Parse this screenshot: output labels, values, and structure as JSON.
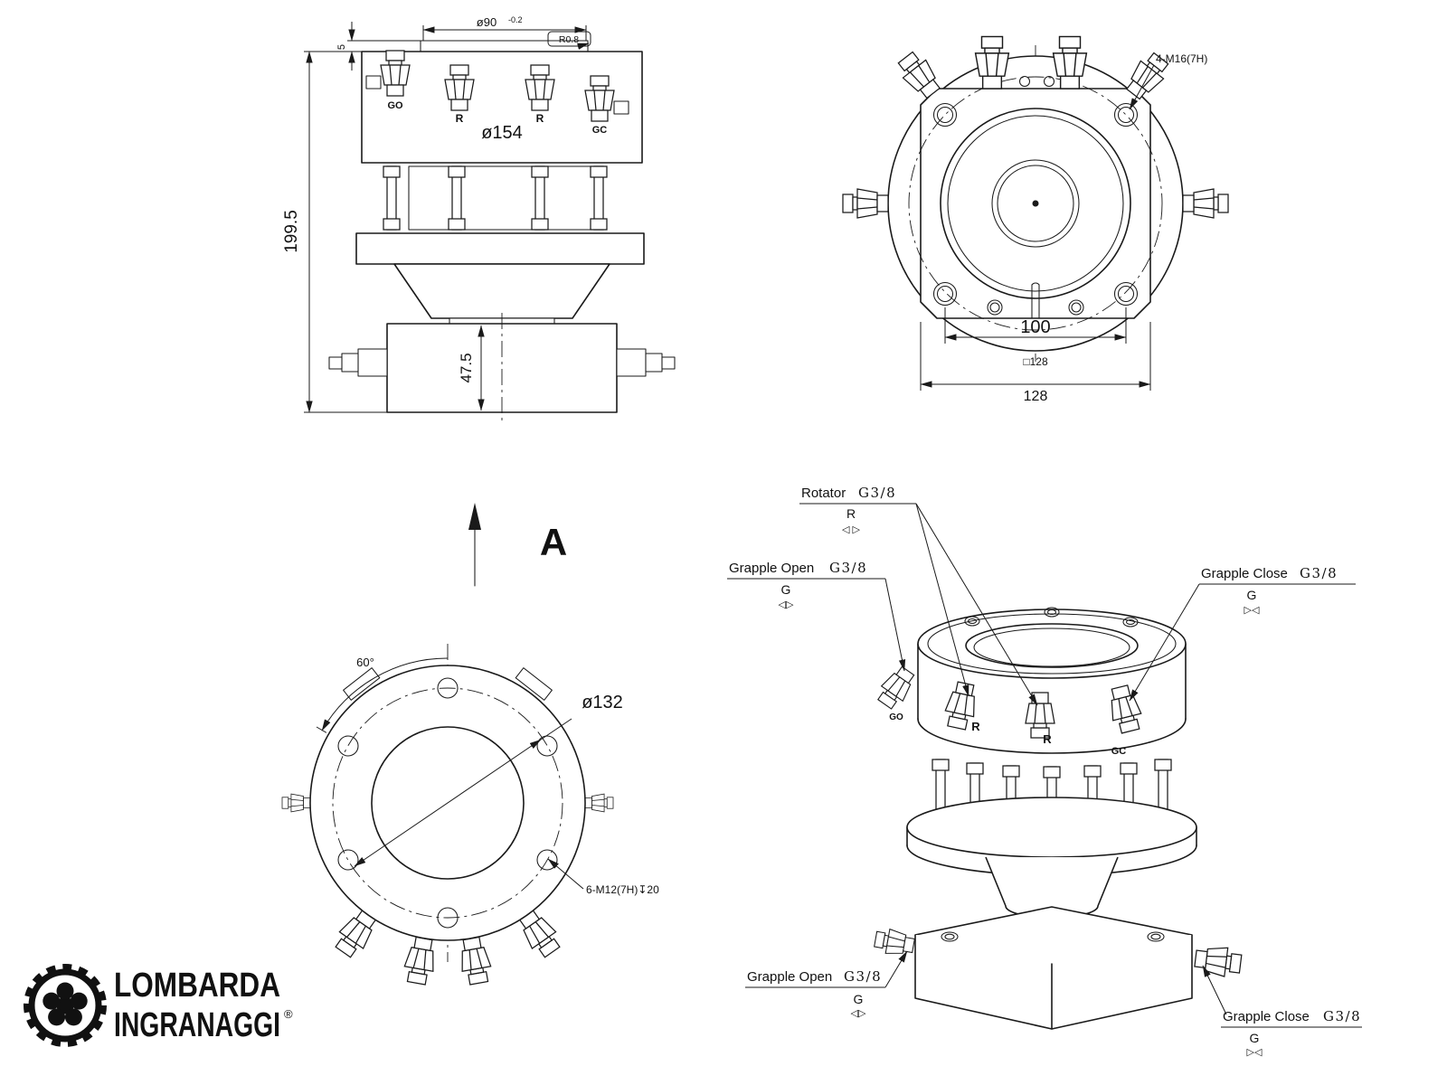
{
  "sheet": {
    "background": "#ffffff",
    "line_color": "#1a1a1a"
  },
  "front_view": {
    "dim_boss_dia": "ø90",
    "dim_boss_tol": "-0.2",
    "radius_note": "R0.8",
    "dim_step": "5",
    "dim_body_dia": "ø154",
    "dim_total_height": "199.5",
    "dim_base_height": "47.5",
    "port_go": "GO",
    "port_r1": "R",
    "port_r2": "R",
    "port_gc": "GC"
  },
  "top_view": {
    "thread_note": "4-M16(7H)",
    "dim_hole_pitch": "100",
    "dim_square": "□128",
    "dim_width": "128"
  },
  "bottom_view": {
    "view_label": "A",
    "angle_note": "60°",
    "dim_bolt_circle": "ø132",
    "thread_note": "6-M12(7H)↧20"
  },
  "iso_view": {
    "rotator": {
      "label": "Rotator",
      "thread": "G3/8",
      "port": "R",
      "symbol": "◁ ▷"
    },
    "grapple_open_top": {
      "label": "Grapple Open",
      "thread": "G3/8",
      "port": "G",
      "symbol": "◁▷"
    },
    "grapple_close_top": {
      "label": "Grapple Close",
      "thread": "G3/8",
      "port": "G",
      "symbol": "▷◁"
    },
    "grapple_open_bottom": {
      "label": "Grapple Open",
      "thread": "G3/8",
      "port": "G",
      "symbol": "◁▷"
    },
    "grapple_close_bottom": {
      "label": "Grapple Close",
      "thread": "G3/8",
      "port": "G",
      "symbol": "▷◁"
    },
    "port_go": "GO",
    "port_r1": "R",
    "port_r2": "R",
    "port_gc": "GC"
  },
  "logo": {
    "line1": "LOMBARDA",
    "line2": "INGRANAGGI",
    "registered": "®"
  }
}
